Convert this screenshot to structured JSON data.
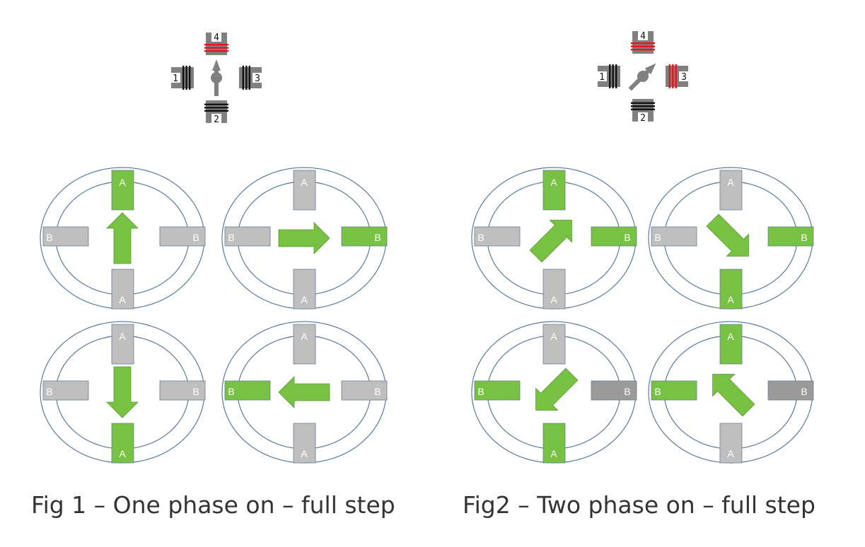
{
  "colors": {
    "energized": "#77c143",
    "idle": "#bfbfbf",
    "idle_dark": "#9a9a9a",
    "ring": "#5a7a9a",
    "coil_on": "#e8141b",
    "coil_off": "#111111",
    "schematic_gray": "#808080"
  },
  "schematics": [
    {
      "labels": [
        "1",
        "2",
        "3",
        "4"
      ],
      "energized_coils": [
        "4"
      ],
      "rotor_angle_deg": 0
    },
    {
      "labels": [
        "1",
        "2",
        "3",
        "4"
      ],
      "energized_coils": [
        "3",
        "4"
      ],
      "rotor_angle_deg": 45
    }
  ],
  "figures": [
    {
      "caption": "Fig 1 – One phase on – full step",
      "motors": [
        {
          "energized": [
            "top"
          ],
          "arrow_angle_deg": 0,
          "pole_labels": {
            "top": "A",
            "bottom": "A",
            "left": "B",
            "right": "B"
          }
        },
        {
          "energized": [
            "right"
          ],
          "arrow_angle_deg": 90,
          "pole_labels": {
            "top": "A",
            "bottom": "A",
            "left": "B",
            "right": "B"
          }
        },
        {
          "energized": [
            "bottom"
          ],
          "arrow_angle_deg": 180,
          "pole_labels": {
            "top": "A",
            "bottom": "A",
            "left": "B",
            "right": "B"
          }
        },
        {
          "energized": [
            "left"
          ],
          "arrow_angle_deg": 270,
          "pole_labels": {
            "top": "A",
            "bottom": "A",
            "left": "B",
            "right": "B"
          }
        }
      ]
    },
    {
      "caption": "Fig2 – Two phase on – full step",
      "motors": [
        {
          "energized": [
            "top",
            "right"
          ],
          "arrow_angle_deg": 45,
          "pole_labels": {
            "top": "A",
            "bottom": "A",
            "left": "B",
            "right": "B"
          }
        },
        {
          "energized": [
            "right",
            "bottom"
          ],
          "arrow_angle_deg": 135,
          "pole_labels": {
            "top": "A",
            "bottom": "A",
            "left": "B",
            "right": "B"
          }
        },
        {
          "energized": [
            "bottom",
            "left"
          ],
          "arrow_angle_deg": 225,
          "pole_labels": {
            "top": "A",
            "bottom": "A",
            "left": "B",
            "right": "B"
          },
          "dark_poles": [
            "right"
          ]
        },
        {
          "energized": [
            "left",
            "top"
          ],
          "arrow_angle_deg": 315,
          "pole_labels": {
            "top": "A",
            "bottom": "A",
            "left": "B",
            "right": "B"
          },
          "dark_poles": [
            "right"
          ]
        }
      ]
    }
  ]
}
